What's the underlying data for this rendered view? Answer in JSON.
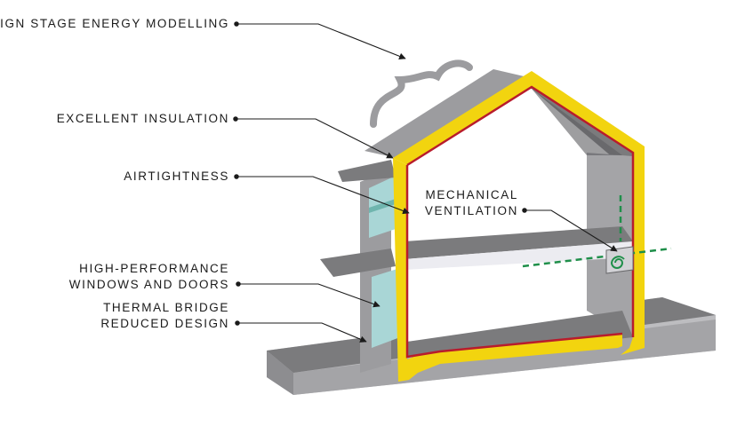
{
  "labels": {
    "energy_modelling": "IGN STAGE ENERGY MODELLING",
    "insulation": "EXCELLENT INSULATION",
    "airtightness": "AIRTIGHTNESS",
    "windows_line1": "HIGH-PERFORMANCE",
    "windows_line2": "WINDOWS AND DOORS",
    "thermal_line1": "THERMAL BRIDGE",
    "thermal_line2": "REDUCED DESIGN",
    "ventilation_line1": "MECHANICAL",
    "ventilation_line2": "VENTILATION"
  },
  "colors": {
    "insulation": "#f2d40f",
    "airtight_membrane": "#b81c2c",
    "structure_dark": "#7b7b7d",
    "structure_mid": "#9c9c9f",
    "structure_light": "#bdbdc0",
    "glazing": "#a9d6d6",
    "ventilation_path": "#1f8f4a",
    "leader_lines": "#1b1b1b"
  },
  "icons": {
    "ventilation_unit": "fan-swirl-icon",
    "heat_loss": "wavy-heat-icon"
  }
}
